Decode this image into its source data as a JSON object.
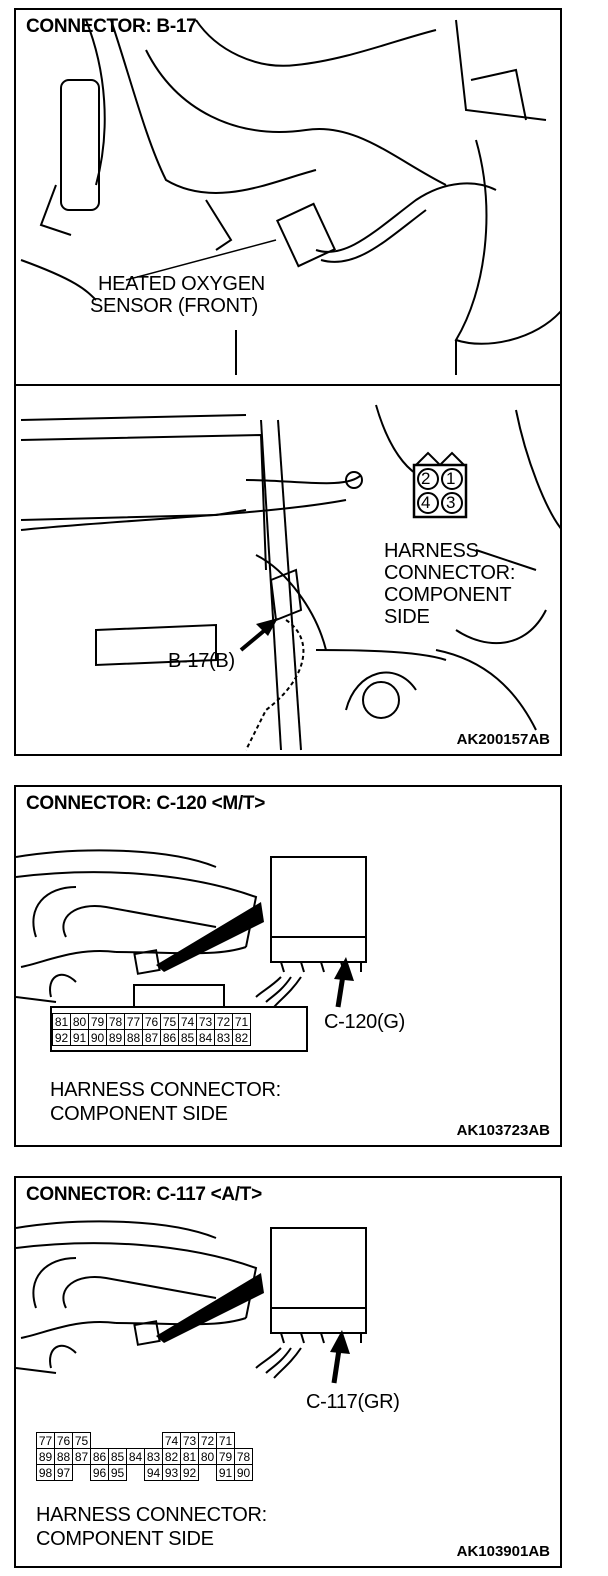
{
  "panel1": {
    "title": "CONNECTOR: B-17",
    "sensor_label_line1": "HEATED OXYGEN",
    "sensor_label_line2": "SENSOR (FRONT)",
    "connector_pins": [
      "2",
      "1",
      "4",
      "3"
    ],
    "harness_label_line1": "HARNESS",
    "harness_label_line2": "CONNECTOR:",
    "harness_label_line3": "COMPONENT",
    "harness_label_line4": "SIDE",
    "pointer_label": "B-17(B)",
    "code": "AK200157AB"
  },
  "panel2": {
    "title": "CONNECTOR: C-120 <M/T>",
    "pointer_label": "C-120(G)",
    "pins_row1": [
      "81",
      "80",
      "79",
      "78",
      "77",
      "76",
      "75",
      "74",
      "73",
      "72",
      "71"
    ],
    "pins_row2": [
      "92",
      "91",
      "90",
      "89",
      "88",
      "87",
      "86",
      "85",
      "84",
      "83",
      "82"
    ],
    "harness_label_line1": "HARNESS CONNECTOR:",
    "harness_label_line2": "COMPONENT SIDE",
    "code": "AK103723AB"
  },
  "panel3": {
    "title": "CONNECTOR: C-117 <A/T>",
    "pointer_label": "C-117(GR)",
    "pins_row1": [
      "77",
      "76",
      "75",
      "",
      "",
      "",
      "",
      "74",
      "73",
      "72",
      "71"
    ],
    "pins_row2": [
      "89",
      "88",
      "87",
      "86",
      "85",
      "84",
      "83",
      "82",
      "81",
      "80",
      "79",
      "78"
    ],
    "pins_row3": [
      "98",
      "97",
      "",
      "96",
      "95",
      "",
      "94",
      "93",
      "92",
      "",
      "91",
      "90"
    ],
    "harness_label_line1": "HARNESS CONNECTOR:",
    "harness_label_line2": "COMPONENT SIDE",
    "code": "AK103901AB"
  }
}
